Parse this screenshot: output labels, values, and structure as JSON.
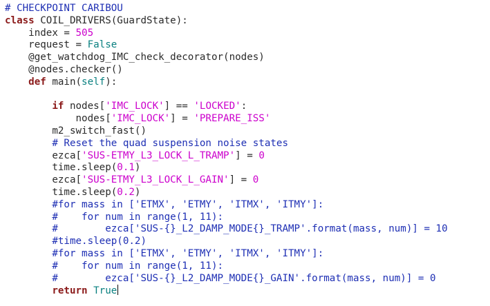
{
  "editor": {
    "lines": [
      [
        {
          "t": "# CHECKPOINT CARIBOU",
          "c": "cmt"
        }
      ],
      [
        {
          "t": "class",
          "c": "kw"
        },
        {
          "t": " COIL_DRIVERS(GuardState):",
          "c": ""
        }
      ],
      [
        {
          "t": "    index = ",
          "c": ""
        },
        {
          "t": "505",
          "c": "num"
        }
      ],
      [
        {
          "t": "    request = ",
          "c": ""
        },
        {
          "t": "False",
          "c": "bi"
        }
      ],
      [
        {
          "t": "    @get_watchdog_IMC_check_decorator(nodes)",
          "c": ""
        }
      ],
      [
        {
          "t": "    @nodes.checker()",
          "c": ""
        }
      ],
      [
        {
          "t": "    ",
          "c": ""
        },
        {
          "t": "def",
          "c": "kw"
        },
        {
          "t": " main(",
          "c": ""
        },
        {
          "t": "self",
          "c": "bi"
        },
        {
          "t": "):",
          "c": ""
        }
      ],
      [
        {
          "t": "",
          "c": ""
        }
      ],
      [
        {
          "t": "        ",
          "c": ""
        },
        {
          "t": "if",
          "c": "kw"
        },
        {
          "t": " nodes[",
          "c": ""
        },
        {
          "t": "'IMC_LOCK'",
          "c": "str"
        },
        {
          "t": "] == ",
          "c": ""
        },
        {
          "t": "'LOCKED'",
          "c": "str"
        },
        {
          "t": ":",
          "c": ""
        }
      ],
      [
        {
          "t": "            nodes[",
          "c": ""
        },
        {
          "t": "'IMC_LOCK'",
          "c": "str"
        },
        {
          "t": "] = ",
          "c": ""
        },
        {
          "t": "'PREPARE_ISS'",
          "c": "str"
        }
      ],
      [
        {
          "t": "        m2_switch_fast()",
          "c": ""
        }
      ],
      [
        {
          "t": "        # Reset the quad suspension noise states",
          "c": "cmt"
        }
      ],
      [
        {
          "t": "        ezca[",
          "c": ""
        },
        {
          "t": "'SUS-ETMY_L3_LOCK_L_TRAMP'",
          "c": "str"
        },
        {
          "t": "] = ",
          "c": ""
        },
        {
          "t": "0",
          "c": "num"
        }
      ],
      [
        {
          "t": "        time.sleep(",
          "c": ""
        },
        {
          "t": "0.1",
          "c": "num"
        },
        {
          "t": ")",
          "c": ""
        }
      ],
      [
        {
          "t": "        ezca[",
          "c": ""
        },
        {
          "t": "'SUS-ETMY_L3_LOCK_L_GAIN'",
          "c": "str"
        },
        {
          "t": "] = ",
          "c": ""
        },
        {
          "t": "0",
          "c": "num"
        }
      ],
      [
        {
          "t": "        time.sleep(",
          "c": ""
        },
        {
          "t": "0.2",
          "c": "num"
        },
        {
          "t": ")",
          "c": ""
        }
      ],
      [
        {
          "t": "        #for mass in ['ETMX', 'ETMY', 'ITMX', 'ITMY']:",
          "c": "cmt"
        }
      ],
      [
        {
          "t": "        #    for num in range(1, 11):",
          "c": "cmt"
        }
      ],
      [
        {
          "t": "        #        ezca['SUS-{}_L2_DAMP_MODE{}_TRAMP'.format(mass, num)] = 10",
          "c": "cmt"
        }
      ],
      [
        {
          "t": "        #time.sleep(0.2)",
          "c": "cmt"
        }
      ],
      [
        {
          "t": "        #for mass in ['ETMX', 'ETMY', 'ITMX', 'ITMY']:",
          "c": "cmt"
        }
      ],
      [
        {
          "t": "        #    for num in range(1, 11):",
          "c": "cmt"
        }
      ],
      [
        {
          "t": "        #        ezca['SUS-{}_L2_DAMP_MODE{}_GAIN'.format(mass, num)] = 0",
          "c": "cmt"
        }
      ],
      [
        {
          "t": "        ",
          "c": ""
        },
        {
          "t": "return",
          "c": "kw"
        },
        {
          "t": " ",
          "c": ""
        },
        {
          "t": "True",
          "c": "bi"
        }
      ]
    ]
  },
  "colors": {
    "comment": "#1e2fb4",
    "keyword": "#8b1a1a",
    "string": "#cc00cc",
    "builtin": "#0a8080",
    "text": "#2a2a2a",
    "background": "#ffffff"
  }
}
